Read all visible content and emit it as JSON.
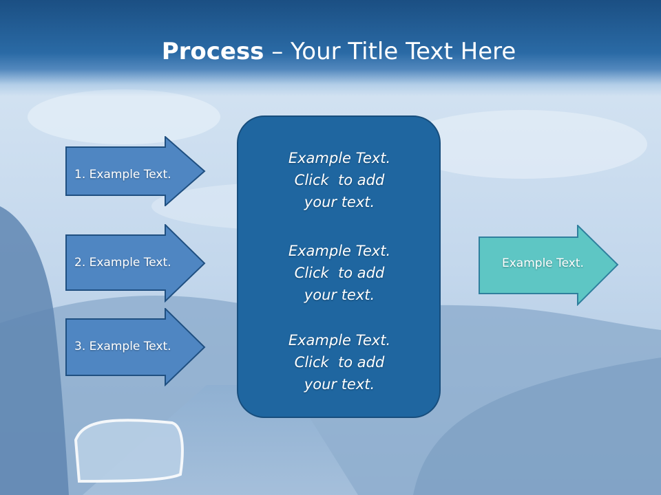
{
  "title": {
    "bold": "Process",
    "rest": " – Your Title Text Here"
  },
  "inputs": [
    {
      "label": "1. Example Text."
    },
    {
      "label": "2. Example Text."
    },
    {
      "label": "3. Example Text."
    }
  ],
  "center": {
    "paragraphs": [
      {
        "line1": "Example Text.",
        "line2": "Click  to add",
        "line3": "your text."
      },
      {
        "line1": "Example Text.",
        "line2": "Click  to add",
        "line3": "your text."
      },
      {
        "line1": "Example Text.",
        "line2": "Click  to add",
        "line3": "your text."
      }
    ]
  },
  "output": {
    "label": "Example Text."
  },
  "colors": {
    "header": "#1b4f83",
    "input_arrow_fill": "#4f86c2",
    "input_arrow_stroke": "#1f4f80",
    "center_box": "#1f66a0",
    "output_arrow_fill": "#5ec6c4",
    "output_arrow_stroke": "#2f7f9d"
  }
}
